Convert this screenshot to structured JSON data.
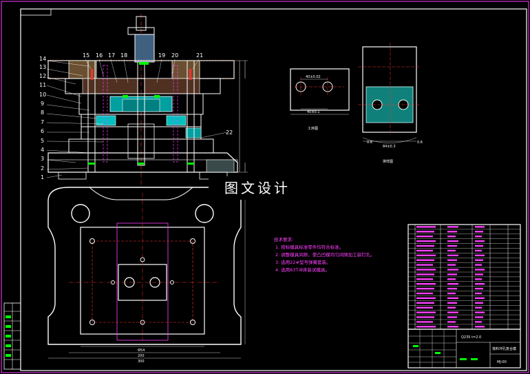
{
  "drawing": {
    "watermark": "图文设计",
    "part_numbers_left": [
      "14",
      "13",
      "12",
      "11",
      "10",
      "9",
      "8",
      "7",
      "6",
      "5",
      "4",
      "3",
      "2",
      "1"
    ],
    "part_numbers_top": [
      "15",
      "16",
      "17",
      "18",
      "19",
      "20",
      "21"
    ],
    "part_number_right": "22",
    "views": {
      "workpiece": "工序图",
      "strip": "排样图"
    },
    "dims": {
      "w_small": "40±0.02",
      "w_bottom": "40±0.1",
      "strip_w": "84±0.3",
      "strip_a": "0.6",
      "strip_b": "0.6",
      "base_a": "Φ54",
      "base_b": "200",
      "base_c": "300"
    },
    "tech": {
      "title": "技术要求:",
      "items": [
        "1.  按标模具标准零件均符合标准。",
        "2.  调整模具间隙，使凸凹模均匀间隙加工装钉孔。",
        "3.  选用22#型号弹簧套装。",
        "4.  选用63T冲床装试模具。"
      ]
    },
    "title_block": {
      "material": "Q235  t=2.0",
      "name": "落料冲孔复合模",
      "drawing_no": "MJ-00"
    }
  }
}
